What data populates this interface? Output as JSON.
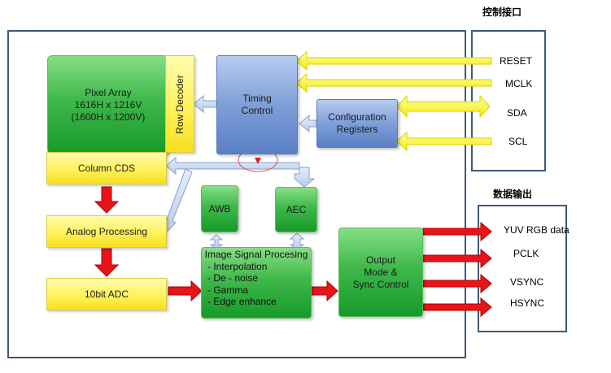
{
  "headers": {
    "control": "控制接口",
    "output": "数据输出"
  },
  "blocks": {
    "pixel_array": {
      "line1": "Pixel Array",
      "line2": "1616H x 1216V",
      "line3": "(1600H x 1200V)"
    },
    "row_decoder": "Row Decoder",
    "column_cds": "Column CDS",
    "analog_processing": "Analog Processing",
    "adc": "10bit ADC",
    "timing_control": {
      "line1": "Timing",
      "line2": "Control"
    },
    "config_registers": {
      "line1": "Configuration",
      "line2": "Registers"
    },
    "awb": "AWB",
    "aec": "AEC",
    "isp": {
      "title": "Image  Signal  Procesing",
      "items": [
        "-   Interpolation",
        "-   De - noise",
        "-   Gamma",
        "-   Edge  enhance"
      ]
    },
    "output_mode": {
      "line1": "Output",
      "line2": "Mode &",
      "line3": "Sync  Control"
    }
  },
  "control_signals": [
    "RESET",
    "MCLK",
    "SDA",
    "SCL"
  ],
  "output_signals": [
    "YUV RGB data",
    "PCLK",
    "VSYNC",
    "HSYNC"
  ],
  "colors": {
    "green_block": "#3fb84a",
    "yellow_block": "#fff25a",
    "blue_block": "#7f9fd8",
    "red_arrow": "#e8141a",
    "yellow_arrow": "#f4f200",
    "frame": "#3c5a78",
    "marker": "#e05050"
  }
}
